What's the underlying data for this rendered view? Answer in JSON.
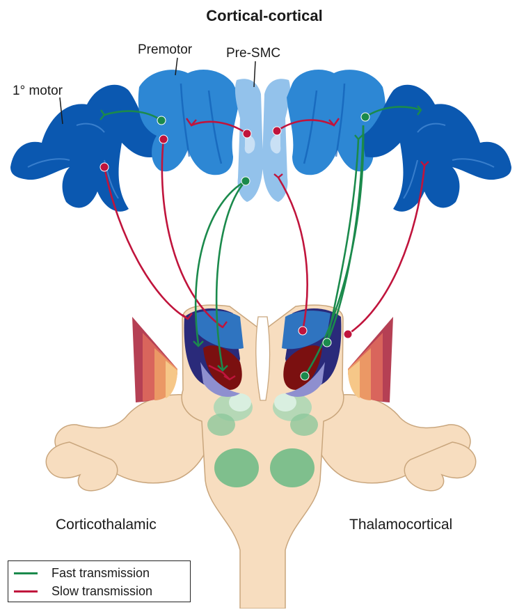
{
  "title": "Cortical-cortical",
  "labels": {
    "premotor": "Premotor",
    "pre_smc": "Pre-SMC",
    "primary_motor": "1° motor",
    "corticothalamic": "Corticothalamic",
    "thalamocortical": "Thalamocortical"
  },
  "legend": [
    {
      "label": "Fast transmission",
      "color": "#1b8a4c"
    },
    {
      "label": "Slow transmission",
      "color": "#c0143c"
    }
  ],
  "colors": {
    "primary_motor": "#0b58b0",
    "premotor": "#2d87d4",
    "pre_smc": "#93c2eb",
    "thalamus_dark": "#2a2a7a",
    "thalamus_mid": "#2f74c0",
    "thalamus_light": "#8e8fcf",
    "thalamus_deep": "#7b1010",
    "brainstem": "#f7ddbf",
    "brainstem_outline": "#c9a67d",
    "green_nuclei": "#8dc89c",
    "cerebellum_outer": "#b54054",
    "fast": "#1b8a4c",
    "slow": "#c0143c"
  }
}
